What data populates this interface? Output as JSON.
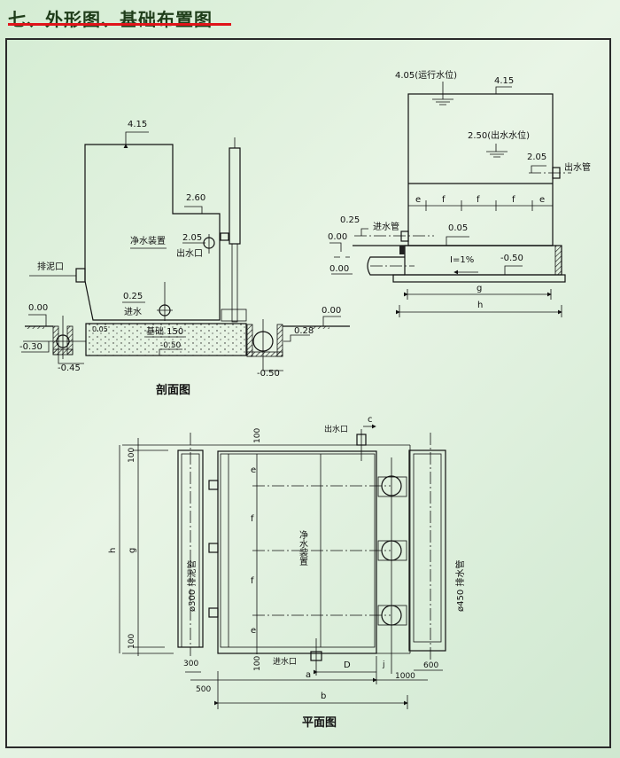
{
  "title": "七、外形图、基础布置图",
  "colors": {
    "title_underline": "#e0141a",
    "title_text": "#1f3d1a",
    "background": "#d4ecd3"
  },
  "section": {
    "caption": "剖面图",
    "top_level": "4.15",
    "step_level": "2.60",
    "device_label": "净水装置",
    "outlet_level": "2.05",
    "outlet_label": "出水口",
    "sludge_label": "排泥口",
    "inlet_level": "0.25",
    "inlet_label": "进水",
    "ground_left": "0.00",
    "ground_right": "0.00",
    "pit_left_level": "-0.30",
    "pit_left_bottom": "-0.45",
    "found_top": "0.05",
    "foundation_label": "基础 150",
    "found_bottom": "-0.50",
    "pit_right_level": "0.28",
    "pit_right_bottom": "-0.50"
  },
  "side": {
    "run_level": "4.05(运行水位)",
    "top_level": "4.15",
    "out_water_level": "2.50(出水水位)",
    "outlet_level": "2.05",
    "outlet_label": "出水管",
    "dims": [
      "e",
      "f",
      "f",
      "f",
      "e"
    ],
    "inlet_level": "0.25",
    "inlet_label": "进水管",
    "ground": "0.00",
    "ground2": "0.00",
    "base_level": "0.05",
    "slope": "I=1%",
    "bottom_level": "-0.50",
    "dim_g": "g",
    "dim_h": "h"
  },
  "plan": {
    "caption": "平面图",
    "device_label": "净水装置",
    "sludge_pipe": "ø300 排泥管",
    "drain_pipe": "ø450 排水管",
    "outlet_label": "出水口",
    "inlet_label": "进水口",
    "rows": [
      "e",
      "f",
      "f",
      "e"
    ],
    "dim_h": "h",
    "dim_g": "g",
    "dim_100_top": "100",
    "dim_100_bottom": "100",
    "dim_100_center_top": "100",
    "dim_100_center_bottom": "100",
    "dim_c": "c",
    "dim_300": "300",
    "dim_500": "500",
    "dim_a": "a",
    "dim_D": "D",
    "dim_j": "j",
    "dim_1000": "1000",
    "dim_600": "600",
    "dim_b": "b"
  }
}
